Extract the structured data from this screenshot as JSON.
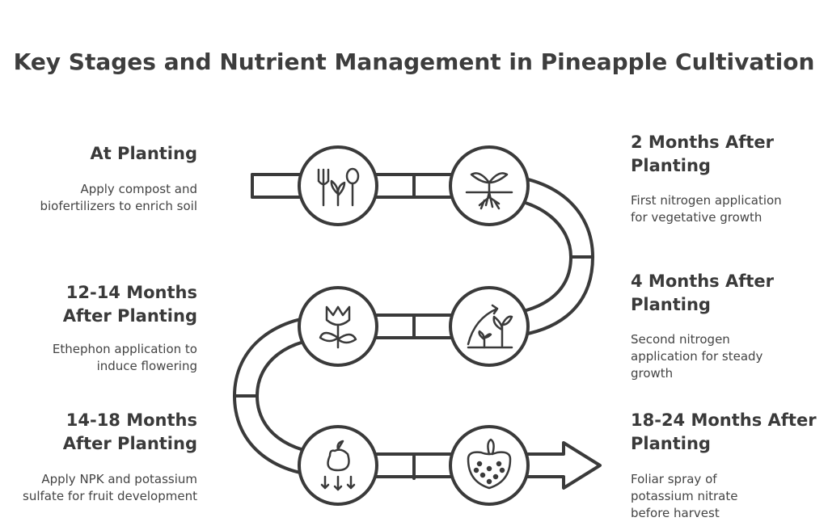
{
  "title": "Key Stages and Nutrient Management in Pineapple Cultivation",
  "stages": [
    {
      "title": "At Planting",
      "desc": "Apply compost and biofertilizers to enrich soil",
      "icon": "fork-sprout-icon"
    },
    {
      "title": "2 Months After Planting",
      "desc": "First nitrogen application for vegetative growth",
      "icon": "seedling-roots-icon"
    },
    {
      "title": "4 Months After Planting",
      "desc": "Second nitrogen application for steady growth",
      "icon": "growth-arrow-icon"
    },
    {
      "title": "12-14 Months After Planting",
      "desc": "Ethephon application to induce flowering",
      "icon": "flower-icon"
    },
    {
      "title": "14-18 Months After Planting",
      "desc": "Apply NPK and potassium sulfate for fruit development",
      "icon": "fruit-nutrients-icon"
    },
    {
      "title": "18-24 Months After Planting",
      "desc": "Foliar spray of potassium nitrate before harvest",
      "icon": "strawberry-fruit-icon"
    }
  ],
  "colors": {
    "stroke": "#3a3a3a",
    "text": "#3a3a3a",
    "background": "#ffffff"
  }
}
